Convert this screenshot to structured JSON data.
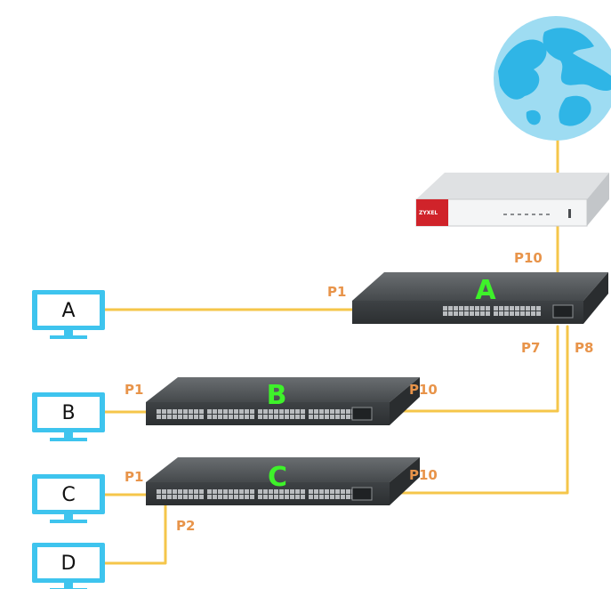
{
  "colors": {
    "cable": "#f5c64a",
    "port_label": "#e8944a",
    "switch_label": "#3ef22a",
    "monitor": "#3ec4ee",
    "globe_water": "#9edcf2",
    "globe_land": "#2fb5e6",
    "switch_body": "#5a5e61",
    "firewall_red": "#d0232a"
  },
  "firewall": {
    "brand": "ZYXEL",
    "icon": "firewall-appliance"
  },
  "internet": {
    "icon": "globe-icon"
  },
  "switches": {
    "a": {
      "label": "A",
      "ports": {
        "uplink": "P10",
        "to_pc": "P1",
        "to_b": "P7",
        "to_c": "P8"
      }
    },
    "b": {
      "label": "B",
      "ports": {
        "to_pc": "P1",
        "uplink": "P10"
      }
    },
    "c": {
      "label": "C",
      "ports": {
        "to_pc_c": "P1",
        "uplink": "P10",
        "to_pc_d": "P2"
      }
    }
  },
  "computers": [
    "A",
    "B",
    "C",
    "D"
  ]
}
